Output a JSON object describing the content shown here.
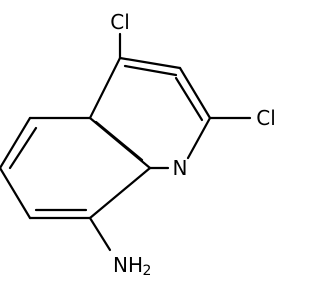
{
  "structure": {
    "atoms": {
      "cl4": "Cl",
      "cl2": "Cl",
      "n1": "N",
      "nh2_main": "NH",
      "nh2_sub": "2"
    }
  }
}
